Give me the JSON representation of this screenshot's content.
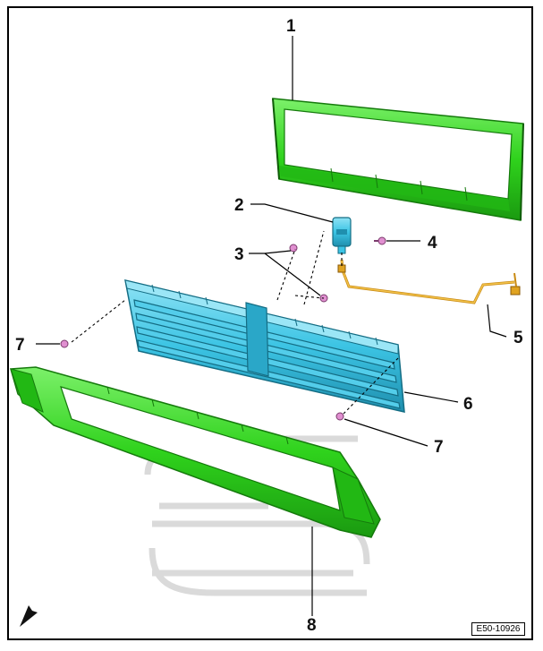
{
  "callouts": {
    "c1": "1",
    "c2": "2",
    "c3": "3",
    "c4": "4",
    "c5": "5",
    "c6": "6",
    "c7a": "7",
    "c7b": "7",
    "c8": "8"
  },
  "figure_id": "E50-10926",
  "colors": {
    "green_part": "#33e01f",
    "green_dark": "#1b8f10",
    "cyan_part": "#39c6e6",
    "cyan_dark": "#1a7f99",
    "wire": "#e0a321",
    "watermark": "#d9d9d9"
  }
}
